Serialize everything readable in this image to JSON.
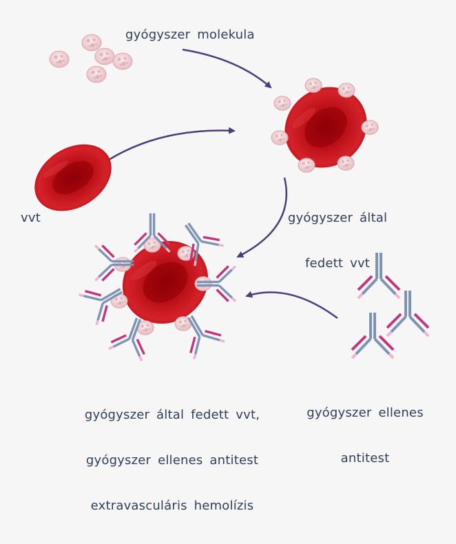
{
  "labels": {
    "drug_molecule": "gyógyszer molekula",
    "coated_rbc_line1": "gyógyszer által",
    "coated_rbc_line2": "fedett vvt",
    "rbc": "vvt",
    "result_line1": "gyógyszer által fedett vvt,",
    "result_line2": "gyógyszer ellenes antitest",
    "result_line3": "extravasculáris hemolízis",
    "antibody_line1": "gyógyszer ellenes",
    "antibody_line2": "antitest"
  },
  "colors": {
    "background": "#f7f6f6",
    "text": "#2f3f58",
    "arrow": "#4b3d7a",
    "rbc_dark": "#8e0006",
    "rbc_mid": "#c8101a",
    "rbc_light": "#e6434a",
    "molecule_fill": "#f1d0d2",
    "molecule_spots": "#c89aa0",
    "antibody_blue": "#7d93b5",
    "antibody_magenta": "#c2357a",
    "antibody_pink": "#f1b3ca"
  }
}
